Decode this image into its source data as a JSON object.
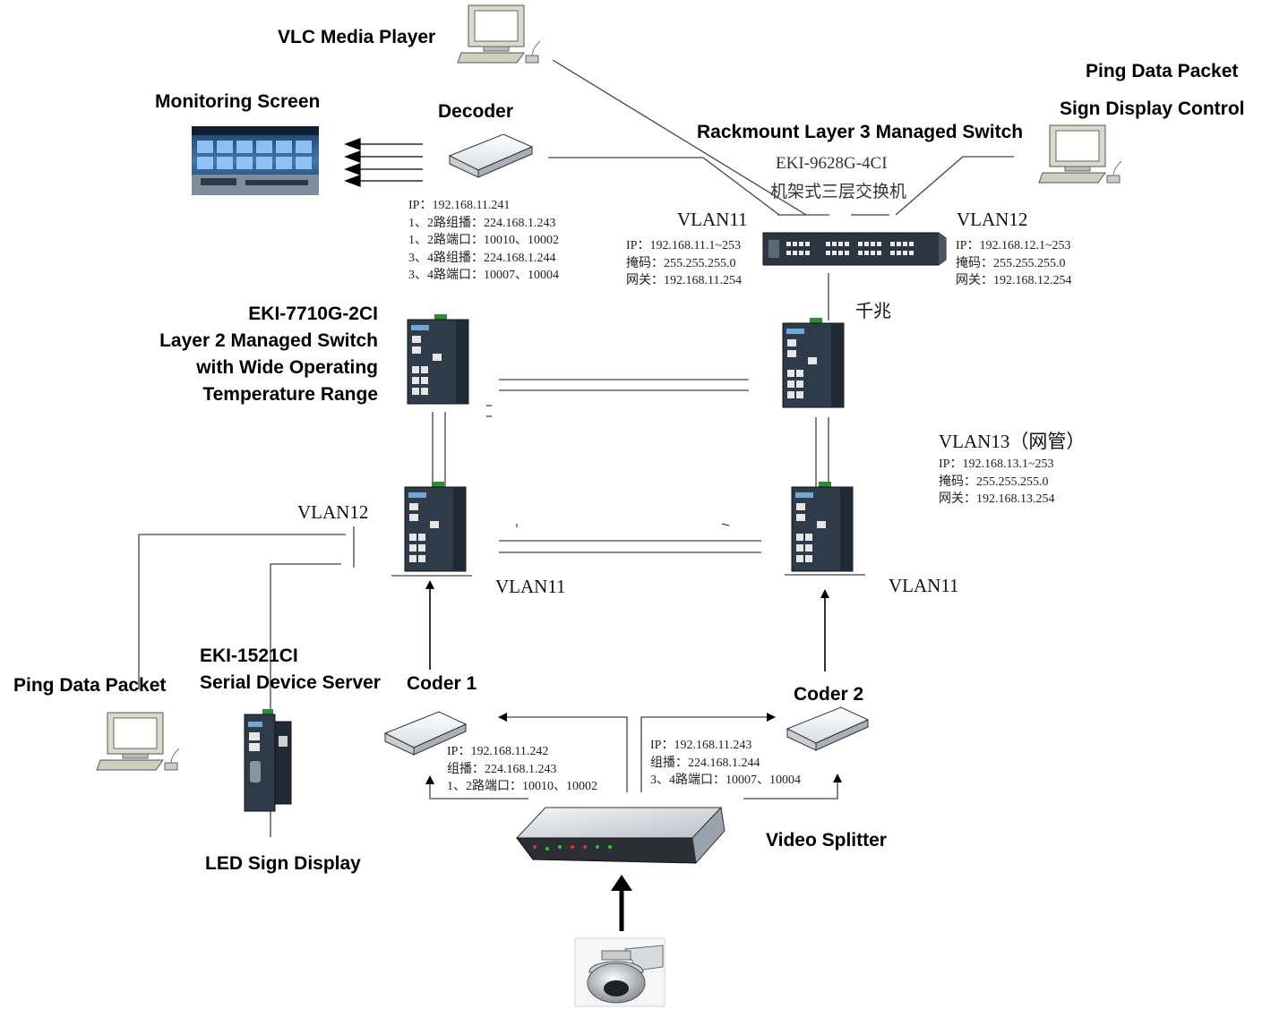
{
  "labels": {
    "vlc": "VLC Media Player",
    "monitoring": "Monitoring Screen",
    "decoder": "Decoder",
    "ping_top": "Ping Data Packet",
    "sign_control": "Sign  Display Control",
    "rackmount": "Rackmount  Layer 3 Managed  Switch",
    "l3_model": "EKI-9628G-4CI",
    "l3_cn": "机架式三层交换机",
    "l2_line1": "EKI-7710G-2CI",
    "l2_line2": "Layer 2 Managed Switch",
    "l2_line3": "with Wide Operating",
    "l2_line4": "Temperature Range",
    "gigabit": "千兆",
    "vlan11_top": "VLAN11",
    "vlan12_top": "VLAN12",
    "vlan13": "VLAN13（网管）",
    "vlan12_left": "VLAN12",
    "vlan11_left": "VLAN11",
    "vlan11_right": "VLAN11",
    "ping_bottom": "Ping Data Packet",
    "eki1521_line1": "EKI-1521CI",
    "eki1521_line2": "Serial Device Server",
    "coder1": "Coder 1",
    "coder2": "Coder 2",
    "led": "LED Sign Display",
    "splitter": "Video Splitter"
  },
  "info": {
    "decoder": [
      "IP：192.168.11.241",
      "1、2路组播：224.168.1.243",
      "1、2路端口：10010、10002",
      "3、4路组播：224.168.1.244",
      "3、4路端口：10007、10004"
    ],
    "vlan11": [
      "IP：192.168.11.1~253",
      "掩码：255.255.255.0",
      "网关：192.168.11.254"
    ],
    "vlan12": [
      "IP：192.168.12.1~253",
      "掩码：255.255.255.0",
      "网关：192.168.12.254"
    ],
    "vlan13": [
      "IP：192.168.13.1~253",
      "掩码：255.255.255.0",
      "网关：192.168.13.254"
    ],
    "coder1": [
      "IP：192.168.11.242",
      "组播：224.168.1.243",
      "1、2路端口：10010、10002"
    ],
    "coder2": [
      "IP：192.168.11.243",
      "组播：224.168.1.244",
      "3、4路端口：10007、10004"
    ]
  },
  "colors": {
    "line": "#333333",
    "device_dark": "#2a3a48",
    "device_port": "#e8e8e8",
    "din_green": "#2e8b3a",
    "screen_blue": "#2a5a8a"
  }
}
